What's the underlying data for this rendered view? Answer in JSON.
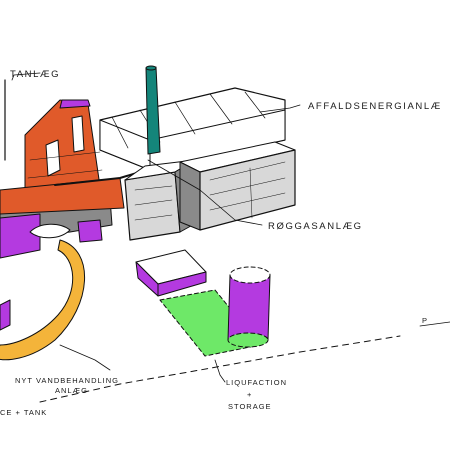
{
  "labels": {
    "top_left": "TANLÆG",
    "affald": "AFFALDSENERGIANLÆ",
    "roggas": "RØGGASANLÆG",
    "liquefaction_1": "LIQUFACTION",
    "liquefaction_plus": "+",
    "liquefaction_2": "STORAGE",
    "vand_1": "NYT VANDBEHANDLING",
    "vand_2": "ANLÆG",
    "bottom_left": "CE + TANK",
    "right_edge": "P"
  },
  "colors": {
    "orange": "#e05a2a",
    "purple": "#b43ae0",
    "green": "#6ee868",
    "yellow": "#f4b43a",
    "teal": "#14857a",
    "grey_fill": "#d8d8d8",
    "grey_dark": "#8a8a8a"
  }
}
